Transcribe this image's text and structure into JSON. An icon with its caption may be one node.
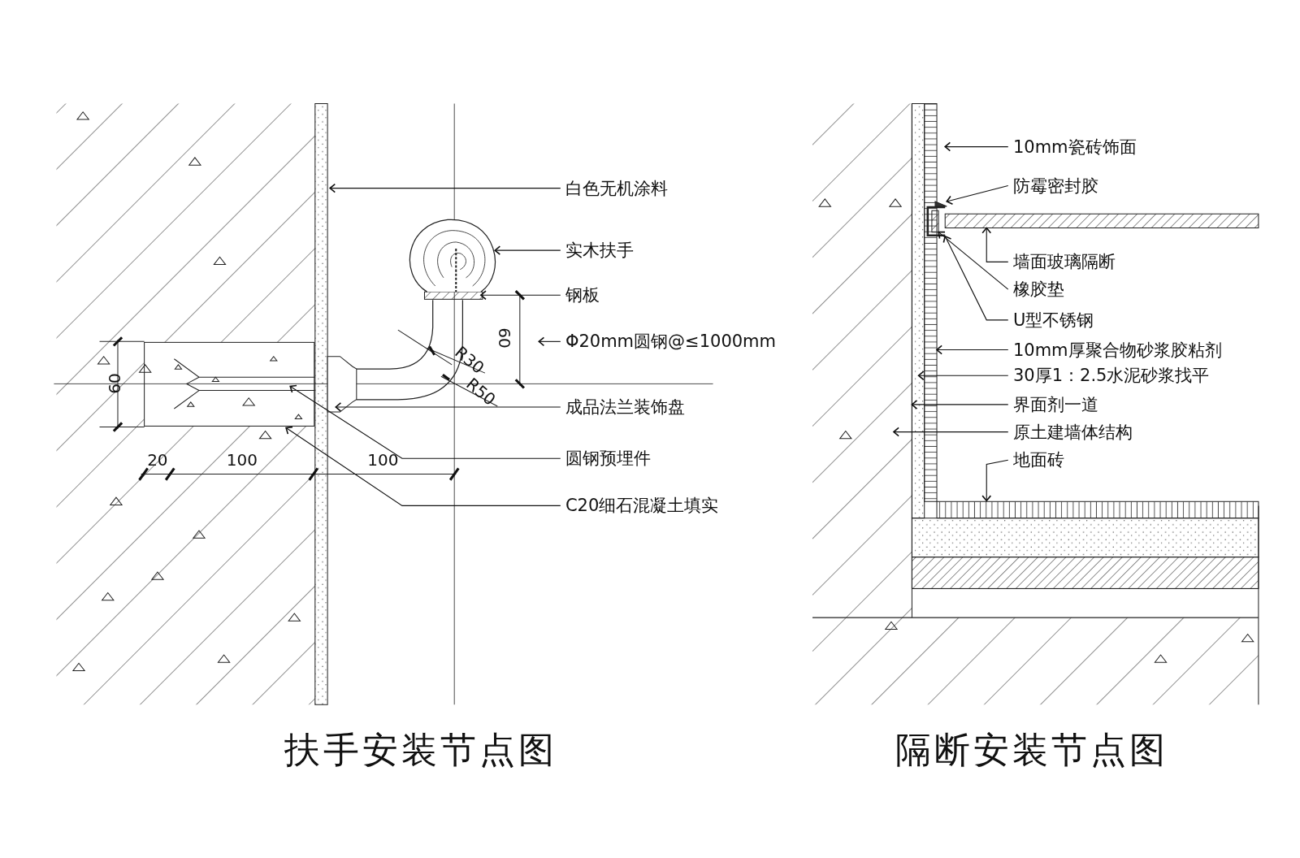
{
  "diagram": {
    "nodes": [
      {
        "text": [
          "白色无机涂料"
        ]
      },
      {
        "text": [
          "实木扶手"
        ]
      },
      {
        "text": [
          "钢板"
        ]
      },
      {
        "text": [
          "Φ20mm圆钢@≤1000mm"
        ]
      },
      {
        "text": [
          "成品法兰装饰盘"
        ]
      },
      {
        "text": [
          "圆钢预埋件"
        ]
      },
      {
        "text": [
          "C20细石混凝土填实"
        ]
      },
      {
        "text": [
          "10mm瓷砖饰面"
        ]
      },
      {
        "text": [
          "防霉密封胶"
        ]
      },
      {
        "text": [
          "墙面玻璃隔断"
        ]
      },
      {
        "text": [
          "橡胶垫"
        ]
      },
      {
        "text": [
          "U型不锈钢"
        ]
      },
      {
        "text": [
          "10mm厚聚合物砂浆胶粘剂"
        ]
      },
      {
        "text": [
          "30厚1：2.5水泥砂浆找平"
        ]
      },
      {
        "text": [
          "界面剂一道"
        ]
      },
      {
        "text": [
          "原土建墙体结构"
        ]
      },
      {
        "text": [
          "地面砖"
        ]
      },
      {
        "text": [],
        "shape": "bar"
      },
      {
        "text": [],
        "shape": "box"
      },
      {
        "text": [],
        "shape": "box",
        "in": 18
      },
      {
        "text": [],
        "shape": "box"
      }
    ],
    "edges": [
      {
        "from": 0,
        "to": null,
        "arrow": "to"
      },
      {
        "from": 1,
        "to": null,
        "arrow": "to"
      },
      {
        "from": 2,
        "to": null,
        "arrow": "to"
      },
      {
        "from": 3,
        "to": null,
        "arrow": "to"
      },
      {
        "from": 4,
        "to": null,
        "arrow": "to"
      },
      {
        "from": 5,
        "to": null,
        "arrow": "to"
      },
      {
        "from": 6,
        "to": null,
        "arrow": "to"
      },
      {
        "from": 7,
        "to": null,
        "arrow": "to"
      },
      {
        "from": 8,
        "to": 20,
        "arrow": "to"
      },
      {
        "from": 9,
        "to": 17,
        "arrow": "to"
      },
      {
        "from": 10,
        "to": 19,
        "arrow": "to"
      },
      {
        "from": 11,
        "to": 18,
        "arrow": "to"
      },
      {
        "from": 12,
        "to": null,
        "arrow": "to"
      },
      {
        "from": 13,
        "to": null,
        "arrow": "to"
      },
      {
        "from": 14,
        "to": null,
        "arrow": "to"
      },
      {
        "from": 15,
        "to": null,
        "arrow": "to"
      },
      {
        "from": 16,
        "to": null,
        "arrow": "to"
      }
    ],
    "labels": [
      "60",
      "20",
      "100",
      "100",
      "R30",
      "R50",
      "60",
      "扶手安装节点图",
      "隔断安装节点图"
    ]
  }
}
